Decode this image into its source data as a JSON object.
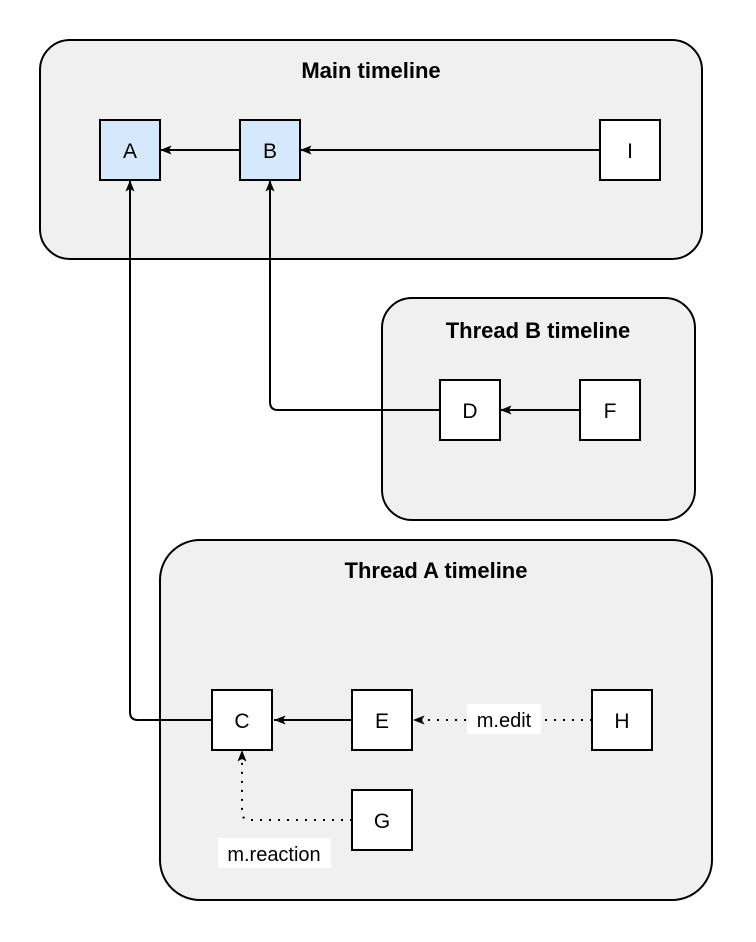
{
  "containers": [
    {
      "id": "main-timeline",
      "title": "Main timeline"
    },
    {
      "id": "thread-b-timeline",
      "title": "Thread B timeline"
    },
    {
      "id": "thread-a-timeline",
      "title": "Thread A timeline"
    }
  ],
  "nodes": {
    "a": {
      "label": "A",
      "container": "main-timeline",
      "highlighted": true
    },
    "b": {
      "label": "B",
      "container": "main-timeline",
      "highlighted": true
    },
    "i": {
      "label": "I",
      "container": "main-timeline",
      "highlighted": false
    },
    "d": {
      "label": "D",
      "container": "thread-b-timeline",
      "highlighted": false
    },
    "f": {
      "label": "F",
      "container": "thread-b-timeline",
      "highlighted": false
    },
    "c": {
      "label": "C",
      "container": "thread-a-timeline",
      "highlighted": false
    },
    "e": {
      "label": "E",
      "container": "thread-a-timeline",
      "highlighted": false
    },
    "h": {
      "label": "H",
      "container": "thread-a-timeline",
      "highlighted": false
    },
    "g": {
      "label": "G",
      "container": "thread-a-timeline",
      "highlighted": false
    }
  },
  "edges": [
    {
      "source": "B",
      "target": "A",
      "style": "solid",
      "label": ""
    },
    {
      "source": "I",
      "target": "B",
      "style": "solid",
      "label": ""
    },
    {
      "source": "F",
      "target": "D",
      "style": "solid",
      "label": ""
    },
    {
      "source": "D",
      "target": "B",
      "style": "solid",
      "label": ""
    },
    {
      "source": "E",
      "target": "C",
      "style": "solid",
      "label": ""
    },
    {
      "source": "C",
      "target": "A",
      "style": "solid",
      "label": ""
    },
    {
      "source": "H",
      "target": "E",
      "style": "dotted",
      "label": "m.edit"
    },
    {
      "source": "G",
      "target": "C",
      "style": "dotted",
      "label": "m.reaction"
    }
  ],
  "colors": {
    "container_fill": "#f0f0f0",
    "container_stroke": "#000000",
    "node_fill_default": "#ffffff",
    "node_fill_highlight": "#d5e8fc",
    "node_stroke": "#000000",
    "edge_stroke": "#000000",
    "label_background": "#ffffff"
  }
}
